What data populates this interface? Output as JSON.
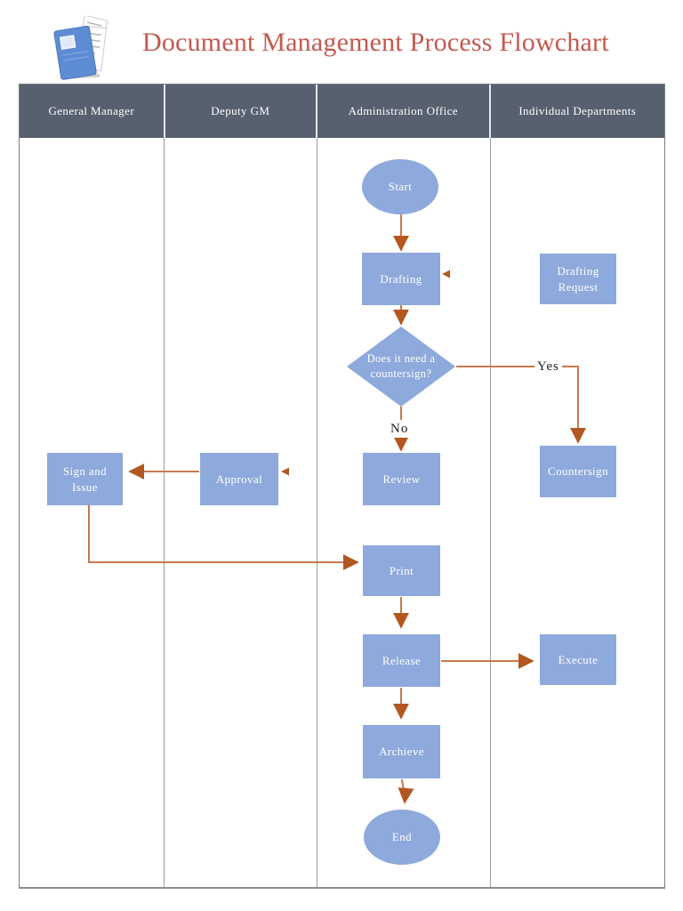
{
  "title": "Document Management Process Flowchart",
  "lanes": [
    {
      "label": "General Manager"
    },
    {
      "label": "Deputy GM"
    },
    {
      "label": "Administration Office"
    },
    {
      "label": "Individual Departments"
    }
  ],
  "nodes": {
    "start": "Start",
    "drafting": "Drafting",
    "drafting_request": "Drafting Request",
    "decision": "Does it need a countersign?",
    "review": "Review",
    "countersign": "Countersign",
    "approval": "Approval",
    "sign_and_issue": "Sign and Issue",
    "print": "Print",
    "release": "Release",
    "execute": "Execute",
    "archive": "Archieve",
    "end": "End"
  },
  "edge_labels": {
    "yes": "Yes",
    "no": "No"
  },
  "colors": {
    "node_fill": "#8ea9db",
    "lane_header_bg": "#57606e",
    "lane_header_text": "#ffffff",
    "connector_line": "#c57a4d",
    "connector_arrowhead": "#b2571f",
    "title_text": "#c4594e",
    "grid_line": "#9b9b9b",
    "node_text": "#ffffff"
  }
}
